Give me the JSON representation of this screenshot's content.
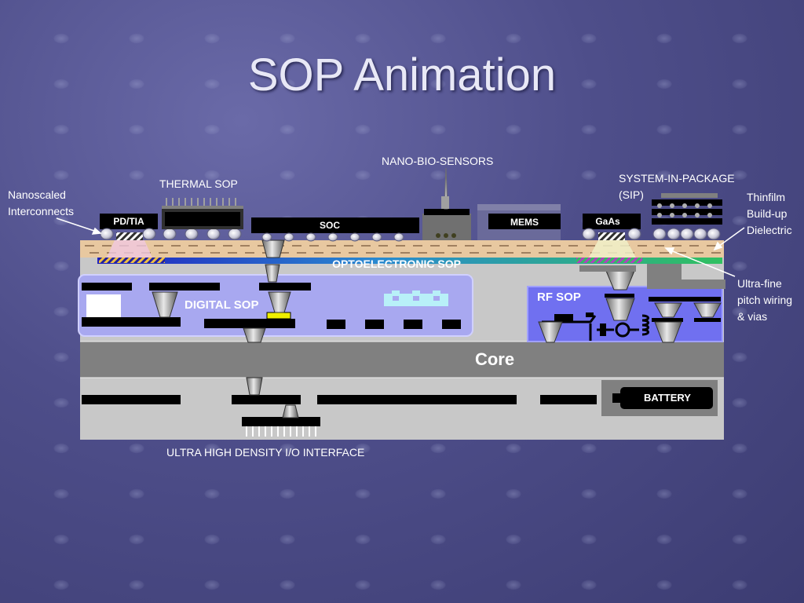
{
  "title": "SOP Animation",
  "labels": {
    "nano_bio_sensors": "NANO-BIO-SENSORS",
    "thermal_sop": "THERMAL SOP",
    "system_in_package": "SYSTEM-IN-PACKAGE\n(SIP)",
    "nanoscaled_interconnects": "Nanoscaled\nInterconnects",
    "thinfilm": "Thinfilm\nBuild-up\nDielectric",
    "ultra_fine": "Ultra-fine\npitch wiring\n& vias",
    "io_interface": "ULTRA HIGH DENSITY I/O INTERFACE"
  },
  "chips": {
    "pd_tia": "PD/TIA",
    "soc": "SOC",
    "mems": "MEMS",
    "gaas": "GaAs"
  },
  "regions": {
    "optoelectronic": "OPTOELECTRONIC SOP",
    "digital": "DIGITAL SOP",
    "rf": "RF SOP",
    "core": "Core",
    "battery": "BATTERY"
  }
}
